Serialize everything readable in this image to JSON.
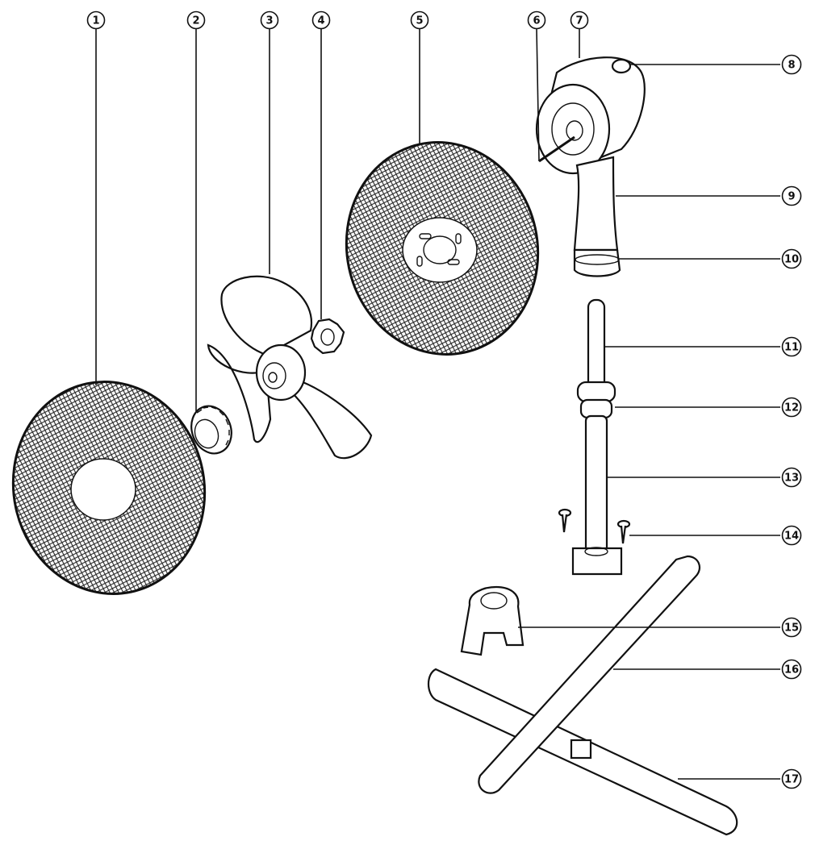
{
  "callouts": [
    {
      "id": 1,
      "label": "1"
    },
    {
      "id": 2,
      "label": "2"
    },
    {
      "id": 3,
      "label": "3"
    },
    {
      "id": 4,
      "label": "4"
    },
    {
      "id": 5,
      "label": "5"
    },
    {
      "id": 6,
      "label": "6"
    },
    {
      "id": 7,
      "label": "7"
    },
    {
      "id": 8,
      "label": "8"
    },
    {
      "id": 9,
      "label": "9"
    },
    {
      "id": 10,
      "label": "10"
    },
    {
      "id": 11,
      "label": "11"
    },
    {
      "id": 12,
      "label": "12"
    },
    {
      "id": 13,
      "label": "13"
    },
    {
      "id": 14,
      "label": "14"
    },
    {
      "id": 15,
      "label": "15"
    },
    {
      "id": 16,
      "label": "16"
    },
    {
      "id": 17,
      "label": "17"
    }
  ],
  "colors": {
    "ink": "#111111",
    "paper": "#ffffff"
  }
}
